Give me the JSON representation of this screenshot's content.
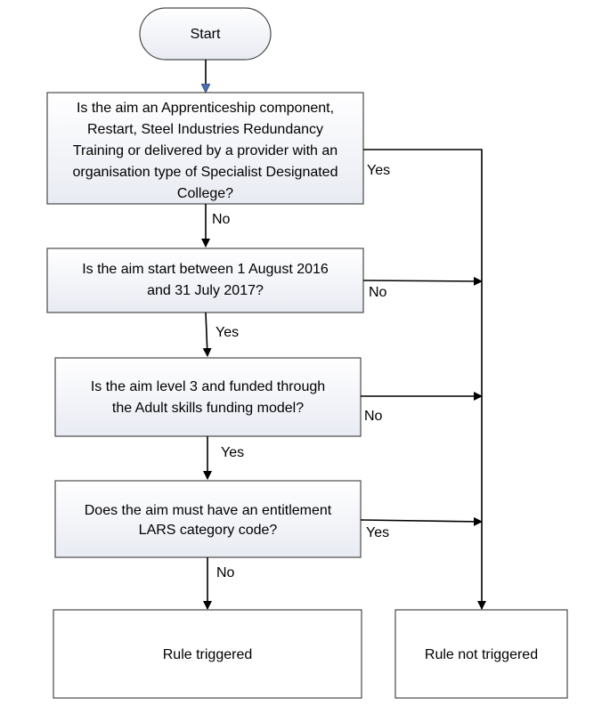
{
  "nodes": {
    "start": "Start",
    "q1": [
      "Is the aim an Apprenticeship component,",
      "Restart, Steel Industries Redundancy",
      "Training or delivered by a provider with an",
      "organisation type of Specialist Designated",
      "College?"
    ],
    "q2": [
      "Is the aim start between 1 August 2016",
      "and 31 July 2017?"
    ],
    "q3": [
      "Is the aim level 3 and funded through",
      "the Adult skills funding model?"
    ],
    "q4": [
      "Does the aim must have an entitlement",
      "LARS category code?"
    ],
    "rule_triggered": "Rule triggered",
    "rule_not_triggered": "Rule not triggered"
  },
  "edges": {
    "q1_no": "No",
    "q1_yes": "Yes",
    "q2_yes": "Yes",
    "q2_no": "No",
    "q3_yes": "Yes",
    "q3_no": "No",
    "q4_no": "No",
    "q4_yes": "Yes"
  }
}
